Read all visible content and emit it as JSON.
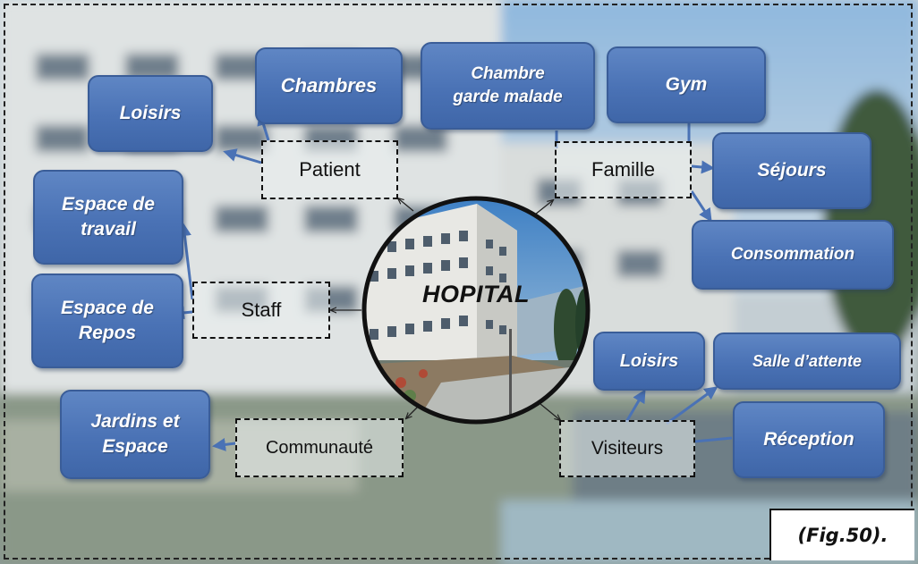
{
  "hub": {
    "label": "HOPITAL"
  },
  "categories": {
    "patient": "Patient",
    "famille": "Famille",
    "staff": "Staff",
    "communaute": "Communauté",
    "visiteurs": "Visiteurs"
  },
  "items": {
    "loisirs_patient": [
      "Loisirs"
    ],
    "chambres": [
      "Chambres"
    ],
    "chambre_garde_malade": [
      "Chambre",
      "garde malade"
    ],
    "gym": [
      "Gym"
    ],
    "sejours": [
      "Séjours"
    ],
    "consommation": [
      "Consommation"
    ],
    "espace_travail": [
      "Espace de",
      "travail"
    ],
    "espace_repos": [
      "Espace de",
      "Repos"
    ],
    "jardins_espace": [
      "Jardins et",
      "Espace"
    ],
    "loisirs_visiteurs": [
      "Loisirs"
    ],
    "salle_attente": [
      "Salle d’attente"
    ],
    "reception": [
      "Réception"
    ]
  },
  "caption": "(Fig.50).",
  "colors": {
    "box_fill": "#4a72b5",
    "box_border": "#3a5d98",
    "connector": "#4a72b5",
    "category_border": "#111111"
  }
}
